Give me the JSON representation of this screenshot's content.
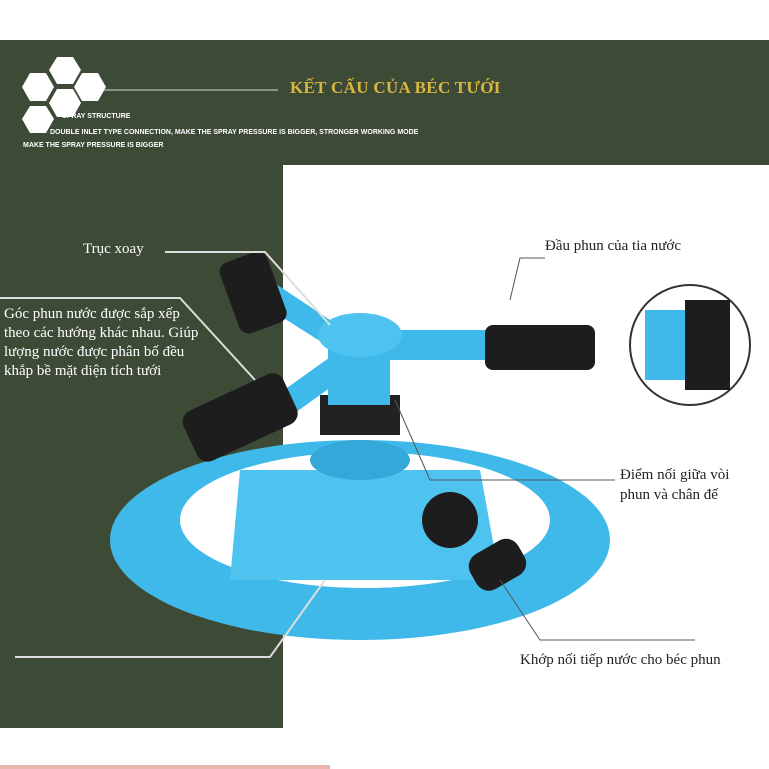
{
  "header": {
    "title": "KẾT CẤU CỦA BÉC TƯỚI",
    "subtitle": "SPRAY STRUCTURE",
    "line1": "DOUBLE INLET TYPE CONNECTION, MAKE THE SPRAY PRESSURE IS BIGGER, STRONGER WORKING MODE",
    "line2": "MAKE THE SPRAY PRESSURE IS BIGGER"
  },
  "labels": {
    "axis": "Trục xoay",
    "angle": "Góc phun nước được sắp xếp theo các hướng khác nhau. Giúp lượng nước được phân bố đều khắp bề mặt diện tích tưới",
    "nozzle": "Đầu phun của tia nước",
    "joint": "Điểm nối giữa vòi phun và chân đế",
    "connector": "Khớp nối tiếp nước cho béc phun"
  },
  "colors": {
    "green": "#3c4a36",
    "gold": "#d8b640",
    "blue": "#3fb9ea"
  }
}
